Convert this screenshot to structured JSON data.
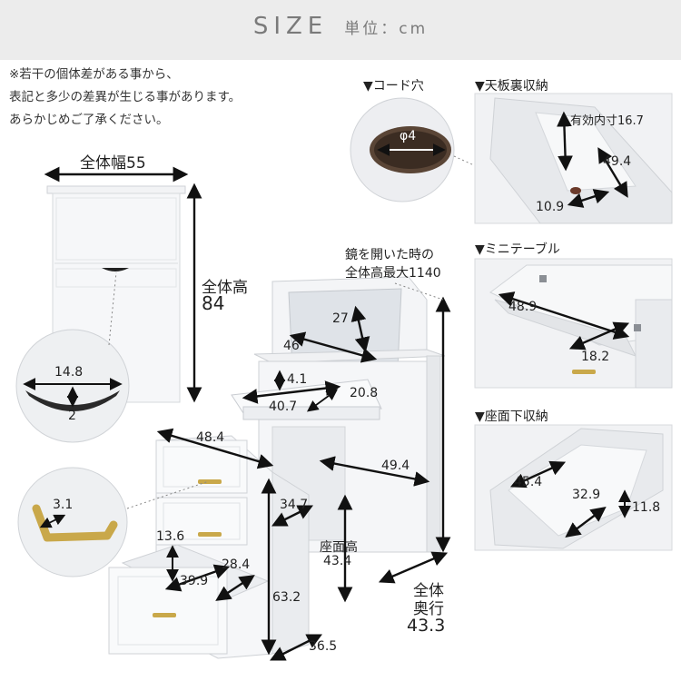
{
  "header": {
    "title": "SIZE",
    "unit": "単位：cm"
  },
  "note": [
    "※若干の個体差がある事から、",
    "表記と多少の差異が生じる事があります。",
    "あらかじめご了承ください。"
  ],
  "front": {
    "width_label": "全体幅55",
    "height_label": "全体高",
    "height_value": "84",
    "handle_width": "14.8",
    "handle_depth": "2"
  },
  "cord_hole": {
    "title": "▼コード穴",
    "diameter": "φ4"
  },
  "top_storage": {
    "title": "▼天板裏収納",
    "inner_label": "有効内寸16.7",
    "depth": "49.4",
    "width": "10.9"
  },
  "mini_table": {
    "title": "▼ミニテーブル",
    "width": "48.9",
    "depth": "18.2"
  },
  "under_seat": {
    "title": "▼座面下収納",
    "width": "45.4",
    "depth": "32.9",
    "height": "11.8"
  },
  "main": {
    "mirror_note_1": "鏡を開いた時の",
    "mirror_note_2": "全体高最大1140",
    "mirror_height": "27",
    "mirror_width": "46",
    "tray_height": "4.1",
    "tray_depth": "20.8",
    "tray_width": "40.7",
    "knee_depth": "49.4",
    "seat_height_label": "座面高",
    "seat_height_value": "43.4",
    "total_depth_label_1": "全体",
    "total_depth_label_2": "奥行",
    "total_depth_value": "43.3"
  },
  "cabinet": {
    "top_width": "48.4",
    "inner_width": "34.7",
    "drawer_height": "13.6",
    "drawer_width": "39.9",
    "drawer_depth": "28.4",
    "height": "63.2",
    "depth": "36.5",
    "handle_size": "3.1"
  }
}
